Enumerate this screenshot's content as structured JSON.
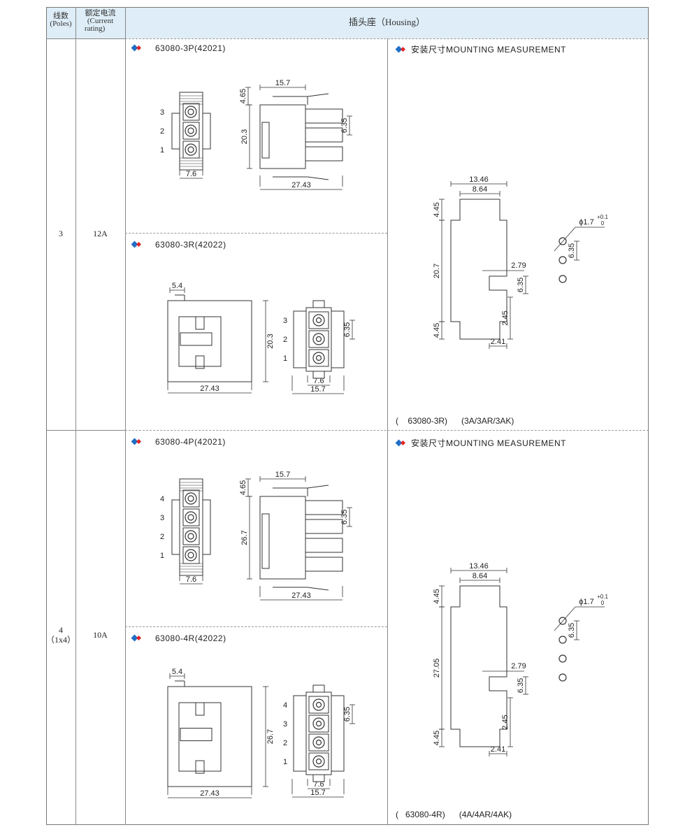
{
  "header": {
    "poles_cn": "线数",
    "poles_en": "(Poles)",
    "current_cn": "额定电流",
    "current_en1": "(Current",
    "current_en2": "rating)",
    "housing": "插头座（Housing）"
  },
  "rows": [
    {
      "poles": "3",
      "current": "12A"
    },
    {
      "poles_line1": "4",
      "poles_line2": "（1x4）",
      "current": "10A"
    }
  ],
  "drawings": {
    "p3": {
      "title": "63080-3P(42021)",
      "pins": [
        "3",
        "2",
        "1"
      ],
      "dims": {
        "width_front": "7.6",
        "top": "15.7",
        "latch": "4.65",
        "height": "20.3",
        "pitch": "6.35",
        "length": "27.43"
      }
    },
    "r3": {
      "title": "63080-3R(42022)",
      "pins": [
        "3",
        "2",
        "1"
      ],
      "dims": {
        "tab": "5.4",
        "height": "20.3",
        "length": "27.43",
        "pitch": "6.35",
        "inner": "7.6",
        "outer": "15.7"
      }
    },
    "p4": {
      "title": "63080-4P(42021)",
      "pins": [
        "4",
        "3",
        "2",
        "1"
      ],
      "dims": {
        "width_front": "7.6",
        "top": "15.7",
        "latch": "4.65",
        "height": "26.7",
        "pitch": "6.35",
        "length": "27.43"
      }
    },
    "r4": {
      "title": "63080-4R(42022)",
      "pins": [
        "4",
        "3",
        "2",
        "1"
      ],
      "dims": {
        "tab": "5.4",
        "height": "26.7",
        "length": "27.43",
        "pitch": "6.35",
        "inner": "7.6",
        "outer": "15.7"
      }
    }
  },
  "mounting": [
    {
      "title": "安装尺寸MOUNTING MEASUREMENT",
      "dims": {
        "w1": "13.46",
        "w2": "8.64",
        "top": "4.45",
        "mid": "20.7",
        "bot": "4.45",
        "notch": "2.79",
        "pitch_notch": "6.35",
        "off": "2.45",
        "base": "2.41",
        "hole": "ϕ1.7",
        "tol_up": "+0.1",
        "tol_low": "0",
        "pitch": "6.35"
      },
      "holes": 3,
      "note": "(    63080-3R)      (3A/3AR/3AK)"
    },
    {
      "title": "安装尺寸MOUNTING MEASUREMENT",
      "dims": {
        "w1": "13.46",
        "w2": "8.64",
        "top": "4.45",
        "mid": "27.05",
        "bot": "4.45",
        "notch": "2.79",
        "pitch_notch": "6.35",
        "off": "2.45",
        "base": "2.41",
        "hole": "ϕ1.7",
        "tol_up": "+0.1",
        "tol_low": "0",
        "pitch": "6.35"
      },
      "holes": 4,
      "note": "(   63080-4R)      (4A/4AR/4AK)"
    }
  ]
}
